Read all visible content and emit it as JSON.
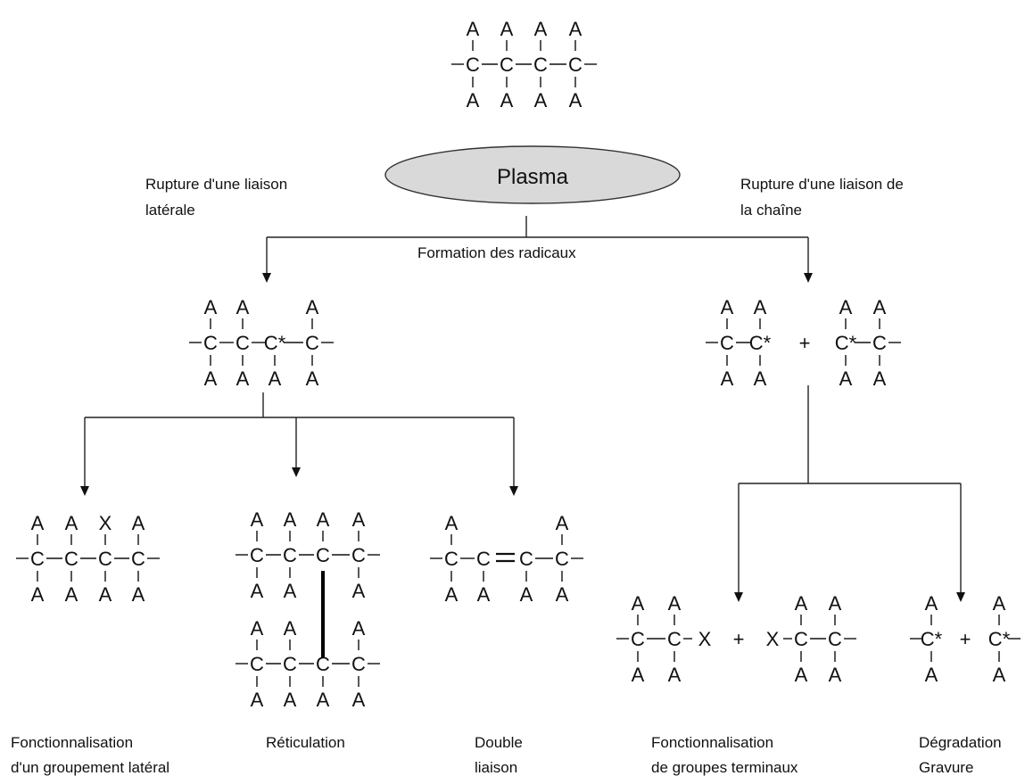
{
  "plasma": {
    "label": "Plasma",
    "fill": "#d9d9d9"
  },
  "labels": {
    "rupture_laterale": [
      "Rupture d'une liaison",
      "latérale"
    ],
    "rupture_chaine": [
      "Rupture d'une liaison de",
      "la chaîne"
    ],
    "formation_radicaux": "Formation des radicaux",
    "fonctionnalisation_lateral": [
      "Fonctionnalisation",
      "d'un groupement latéral"
    ],
    "reticulation": [
      "Réticulation"
    ],
    "double_liaison": [
      "Double",
      "liaison"
    ],
    "fonctionnalisation_terminaux": [
      "Fonctionnalisation",
      "de groupes terminaux"
    ],
    "degradation": [
      "Dégradation",
      "Gravure"
    ]
  },
  "symbols": {
    "substituent": "A",
    "carbon": "C",
    "radical_carbon": "C*",
    "functional_group": "X",
    "plus": "+",
    "bond": "-",
    "vertical_bond": "ı"
  }
}
